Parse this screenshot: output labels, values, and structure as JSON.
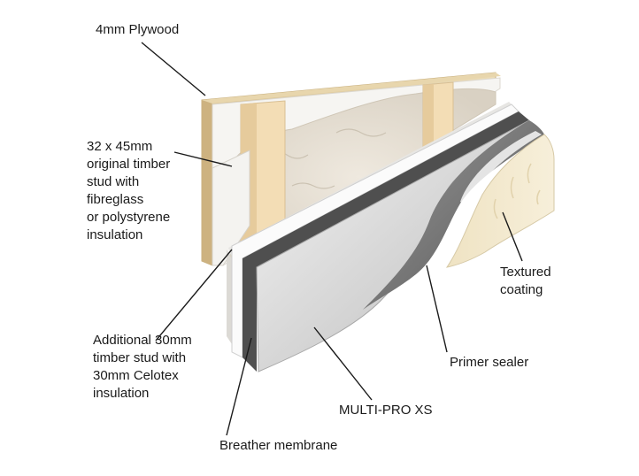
{
  "labels": {
    "plywood": "4mm Plywood",
    "original_stud": "32 x 45mm\noriginal timber\nstud with\nfibreglass\nor polystyrene\ninsulation",
    "additional_stud": "Additional 30mm\ntimber stud with\n30mm Celotex\ninsulation",
    "breather_membrane": "Breather membrane",
    "multi_pro": "MULTI-PRO XS",
    "primer_sealer": "Primer sealer",
    "textured_coating": "Textured\ncoating"
  },
  "colors": {
    "plywood": "#dcc9a0",
    "timber": "#f2dcb4",
    "insulation": "#e6e0d6",
    "celotex": "#eef0f2",
    "multipro_board": "#c9c9c9",
    "primer": "#7a7a7a",
    "textured_coating": "#f3e9cf",
    "leader_line": "#1a1a1a"
  }
}
